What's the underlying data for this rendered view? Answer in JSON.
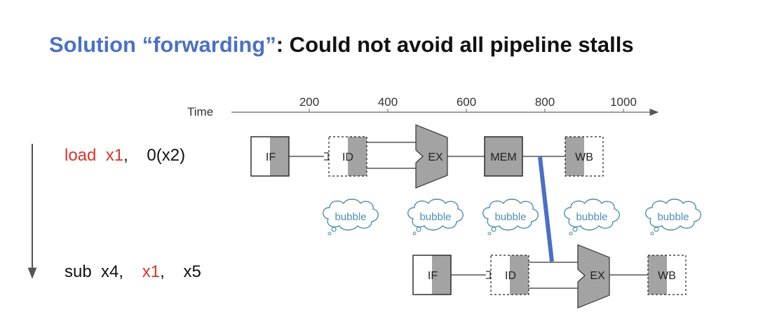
{
  "title": {
    "highlight": "Solution “forwarding”",
    "rest": ": Could not avoid all pipeline stalls"
  },
  "timeline": {
    "label": "Time",
    "ticks": [
      "200",
      "400",
      "600",
      "800",
      "1000"
    ]
  },
  "instructions": [
    {
      "op": "load",
      "reg1": "x1",
      "sep1": ",",
      "arg2": "0(x2)",
      "arg3": ""
    },
    {
      "op": "sub",
      "reg1": "x4,",
      "reg2": "x1",
      "sep2": ",",
      "arg3": "x5"
    }
  ],
  "stages": {
    "if": "IF",
    "id": "ID",
    "ex": "EX",
    "mem": "MEM",
    "wb": "WB"
  },
  "bubble_label": "bubble",
  "colors": {
    "title_accent": "#4a72c4",
    "register_highlight": "#d8342c",
    "forward_line": "#4a6fc4",
    "stage_shade": "#a3a3a3",
    "bubble": "#4d8fb0"
  }
}
